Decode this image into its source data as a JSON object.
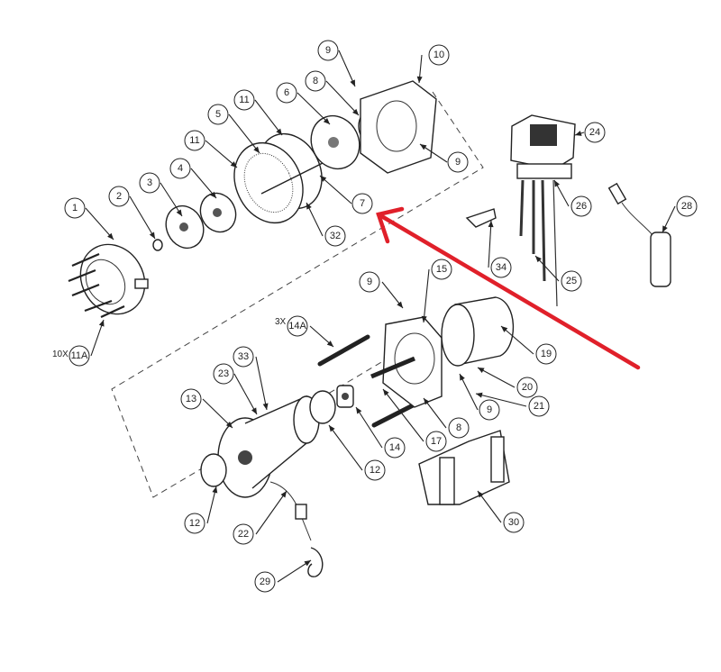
{
  "diagram": {
    "callouts": [
      {
        "label": "9"
      },
      {
        "label": "10"
      },
      {
        "label": "8"
      },
      {
        "label": "6"
      },
      {
        "label": "11"
      },
      {
        "label": "5"
      },
      {
        "label": "11"
      },
      {
        "label": "4"
      },
      {
        "label": "3"
      },
      {
        "label": "2"
      },
      {
        "label": "1"
      },
      {
        "label": "9"
      },
      {
        "label": "24"
      },
      {
        "label": "7"
      },
      {
        "label": "32"
      },
      {
        "label": "26"
      },
      {
        "label": "28"
      },
      {
        "label": "34"
      },
      {
        "label": "25"
      },
      {
        "label": "11A"
      },
      {
        "label": "9"
      },
      {
        "label": "15"
      },
      {
        "label": "14A"
      },
      {
        "label": "19"
      },
      {
        "label": "20"
      },
      {
        "label": "21"
      },
      {
        "label": "9"
      },
      {
        "label": "33"
      },
      {
        "label": "23"
      },
      {
        "label": "13"
      },
      {
        "label": "8"
      },
      {
        "label": "14"
      },
      {
        "label": "17"
      },
      {
        "label": "12"
      },
      {
        "label": "30"
      },
      {
        "label": "12"
      },
      {
        "label": "22"
      },
      {
        "label": "29"
      }
    ],
    "quantities": {
      "bolts": "10X",
      "tie_rods": "3X"
    },
    "arrow_color": "#e0202a",
    "line_color": "#222222"
  }
}
